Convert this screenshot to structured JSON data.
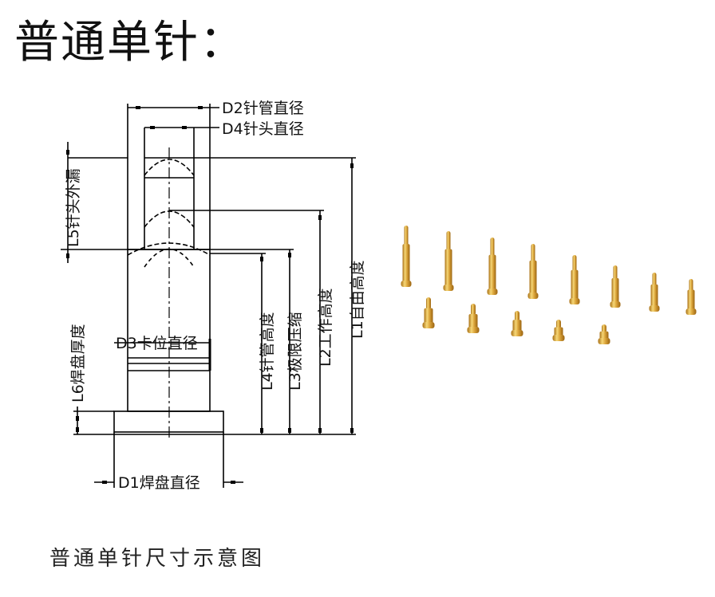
{
  "title": "普通单针：",
  "caption": "普通单针尺寸示意图",
  "labels": {
    "d2": "D2针管直径",
    "d4": "D4针头直径",
    "l5": "L5针头外漏",
    "d3": "D3卡位直径",
    "l6": "L6焊盘厚度",
    "l4": "L4针管高度",
    "l3": "L3极限压缩",
    "l2": "L2工作高度",
    "l1": "L1自由高度",
    "d1": "D1焊盘直径"
  },
  "photo": {
    "subject": "pogo-pins",
    "count": 13,
    "color": "#d9a73a"
  }
}
